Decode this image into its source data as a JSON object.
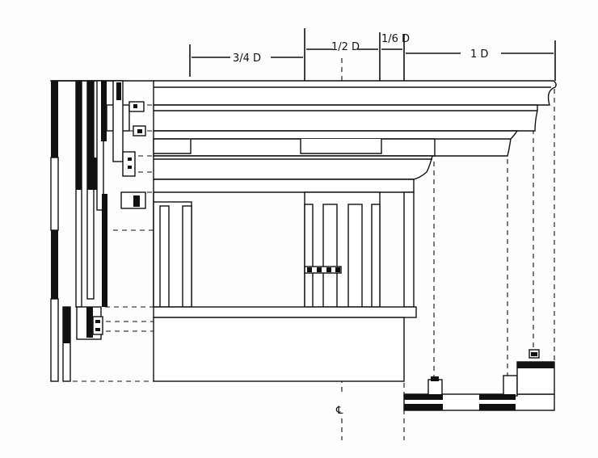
{
  "dimensions": {
    "three_quarter_d": "3/4 D",
    "half_d": "1/2 D",
    "sixth_d": "1/6 D",
    "one_d": "1 D"
  },
  "centerline_symbol": "℄",
  "colors": {
    "ink": "#111111",
    "paper": "#fdfdfd"
  }
}
